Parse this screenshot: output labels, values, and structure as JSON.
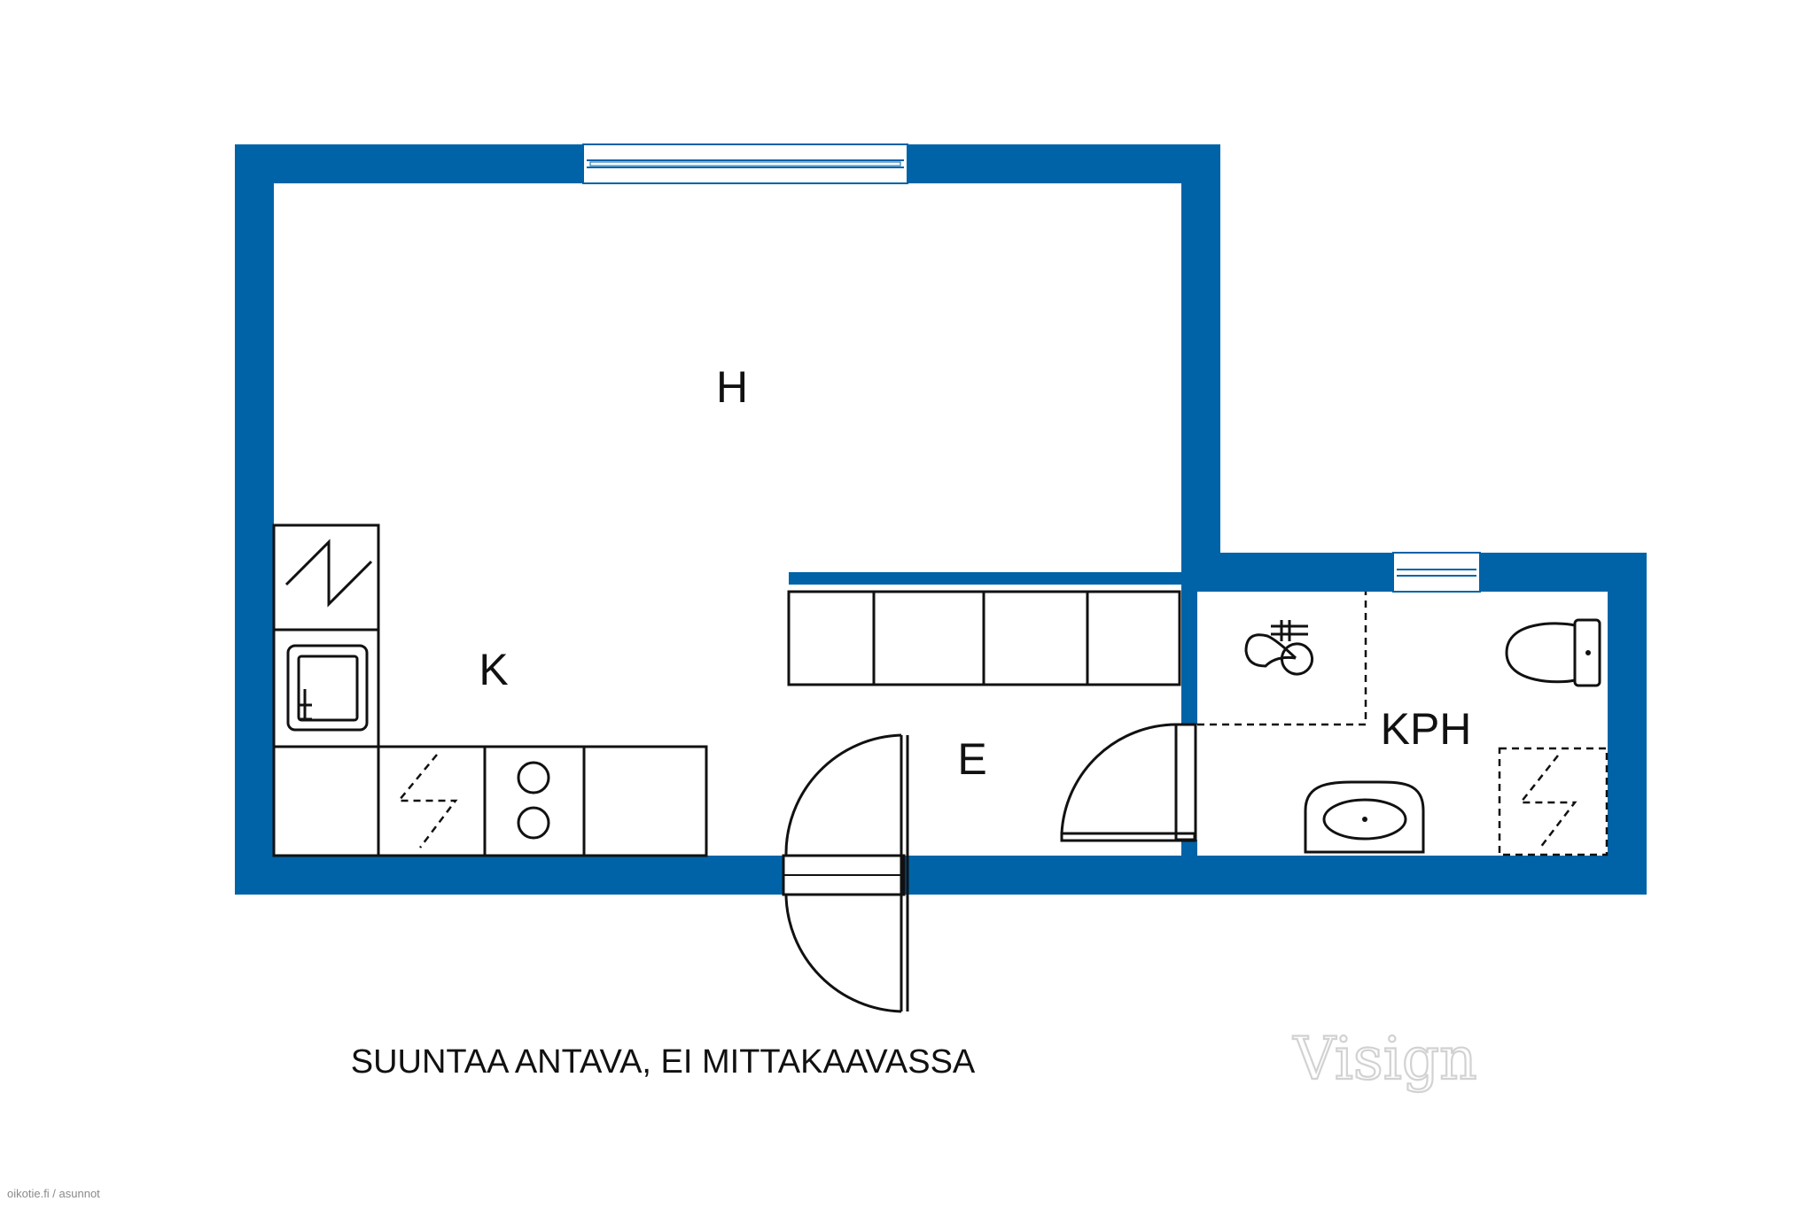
{
  "colors": {
    "wall": "#0063a7",
    "line": "#111111",
    "background": "#ffffff"
  },
  "rooms": {
    "living": "H",
    "kitchen": "K",
    "entrance": "E",
    "bathroom": "KPH"
  },
  "note": "SUUNTAA ANTAVA, EI MITTAKAAVASSA",
  "brand": "Visign",
  "credit": "oikotie.fi / asunnot"
}
